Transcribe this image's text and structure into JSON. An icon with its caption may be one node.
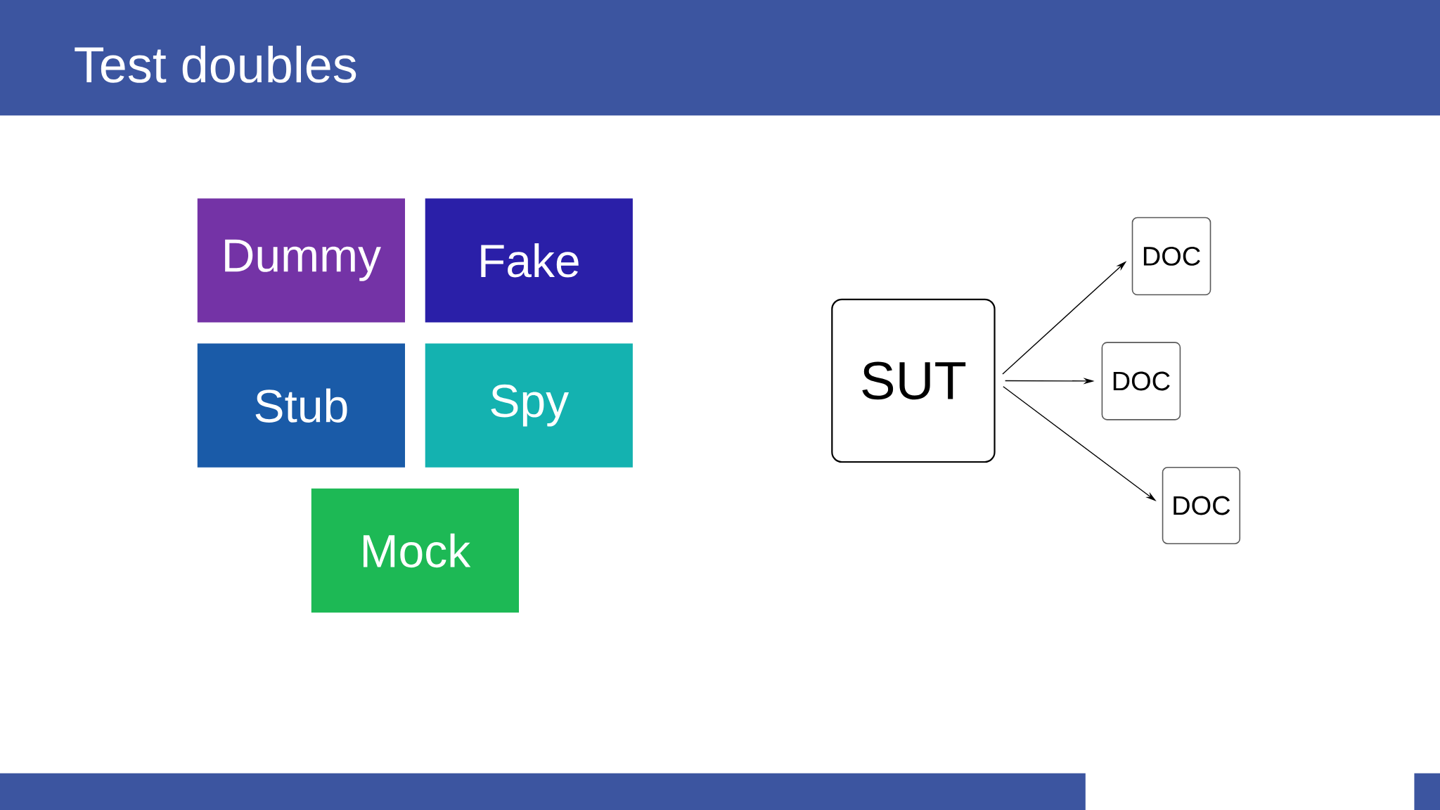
{
  "diagram": {
    "title": "Test doubles",
    "nodes": [
      {
        "text": [
          "Dummy"
        ]
      },
      {
        "text": [
          "Fake"
        ]
      },
      {
        "text": [
          "Stub"
        ]
      },
      {
        "text": [
          "Spy"
        ]
      },
      {
        "text": [
          "Mock"
        ]
      },
      {
        "text": [
          "SUT"
        ]
      },
      {
        "text": [
          "DOC"
        ]
      },
      {
        "text": [
          "DOC"
        ]
      },
      {
        "text": [
          "DOC"
        ]
      }
    ],
    "edges": [
      {
        "from": 5,
        "to": 6,
        "arrow": "to"
      },
      {
        "from": 5,
        "to": 7,
        "arrow": "to"
      },
      {
        "from": 5,
        "to": 8,
        "arrow": "to"
      }
    ]
  }
}
